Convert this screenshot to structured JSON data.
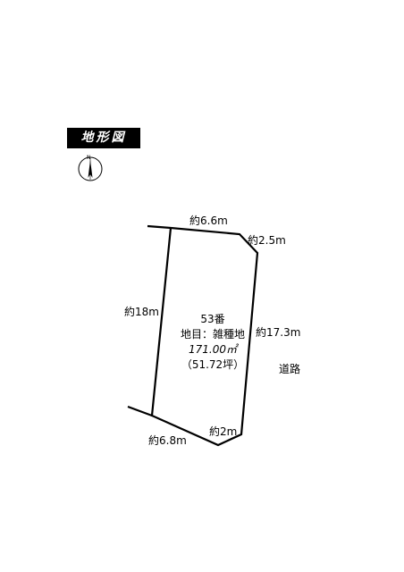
{
  "title": "地形図",
  "compass": {
    "north_label": "N"
  },
  "dimensions": {
    "top": "約6.6m",
    "top_right_corner": "約2.5m",
    "left": "約18m",
    "right": "約17.3m",
    "bottom_right_corner": "約2m",
    "bottom": "約6.8m"
  },
  "road_label": "道路",
  "lot": {
    "number": "53番",
    "category": "地目：雑種地",
    "area_sqm": "171.00㎡",
    "area_tsubo": "（51.72坪）"
  }
}
